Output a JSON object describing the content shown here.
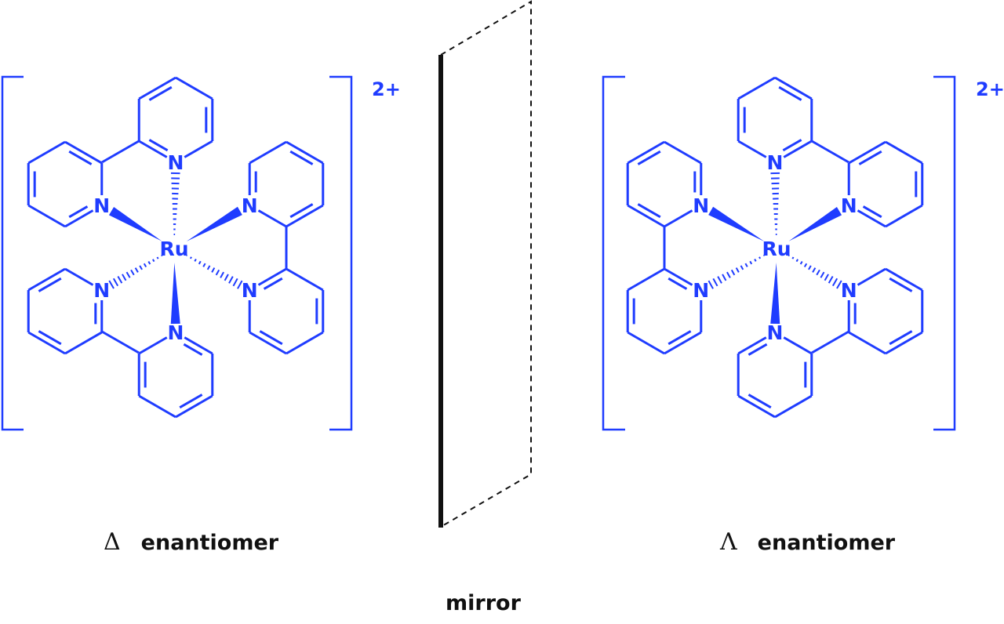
{
  "colors": {
    "molecule": "#1f3cff",
    "mirror": "#111111"
  },
  "left": {
    "symbol": "Δ",
    "label": "enantiomer",
    "charge": "2+",
    "metal": "Ru",
    "nitrogen": "N"
  },
  "right": {
    "symbol": "Λ",
    "label": "enantiomer",
    "charge": "2+",
    "metal": "Ru",
    "nitrogen": "N"
  },
  "mirror": {
    "label": "mirror"
  }
}
